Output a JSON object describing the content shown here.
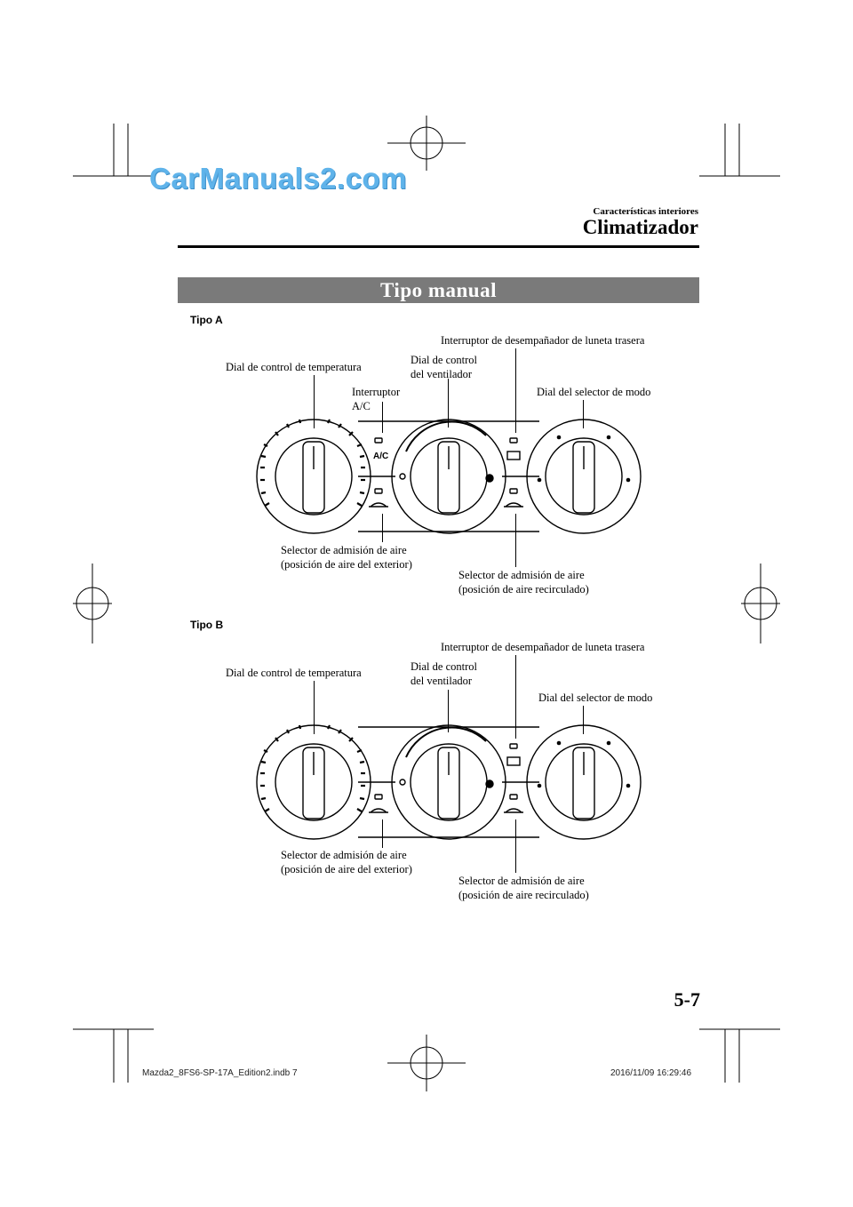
{
  "watermark": "CarManuals2.com",
  "header": {
    "section": "Características interiores",
    "chapter": "Climatizador"
  },
  "banner_title": "Tipo manual",
  "type_a": {
    "heading": "Tipo A",
    "labels": {
      "temperature_dial": "Dial de control de temperatura",
      "ac_switch": "Interruptor\nA/C",
      "fan_dial": "Dial de control\ndel ventilador",
      "rear_defrost": "Interruptor de desempañador de luneta trasera",
      "mode_dial": "Dial del selector de modo",
      "intake_outside": "Selector de admisión de aire\n(posición de aire del exterior)",
      "intake_recirc": "Selector de admisión de aire\n(posición de aire recirculado)"
    },
    "panel_text": {
      "ac": "A/C",
      "off": "O"
    }
  },
  "type_b": {
    "heading": "Tipo B",
    "labels": {
      "temperature_dial": "Dial de control de temperatura",
      "fan_dial": "Dial de control\ndel ventilador",
      "rear_defrost": "Interruptor de desempañador de luneta trasera",
      "mode_dial": "Dial del selector de modo",
      "intake_outside": "Selector de admisión de aire\n(posición de aire del exterior)",
      "intake_recirc": "Selector de admisión de aire\n(posición de aire recirculado)"
    },
    "panel_text": {
      "off": "O"
    }
  },
  "page_number": "5-7",
  "footer": {
    "file": "Mazda2_8FS6-SP-17A_Edition2.indb   7",
    "datetime": "2016/11/09   16:29:46"
  }
}
